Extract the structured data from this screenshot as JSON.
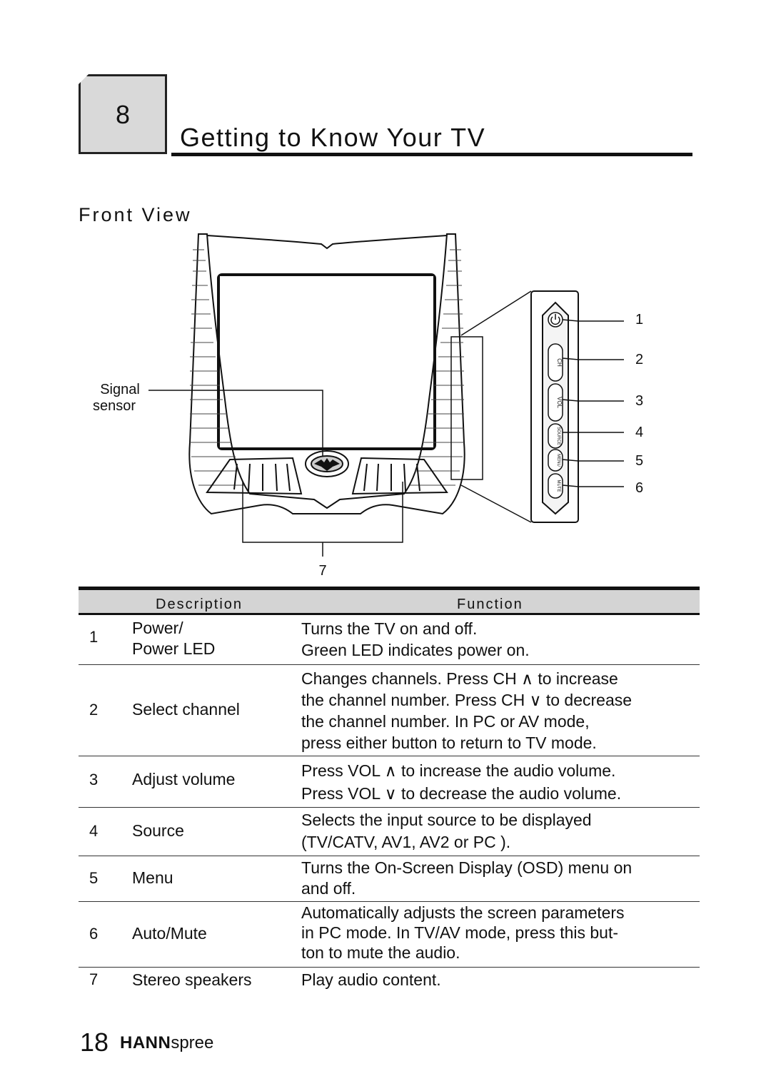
{
  "chapter": {
    "number": "8",
    "title": "Getting to Know Your TV"
  },
  "section": {
    "title": "Front View"
  },
  "diagram": {
    "signal_label_line1": "Signal",
    "signal_label_line2": "sensor",
    "callouts": [
      "1",
      "2",
      "3",
      "4",
      "5",
      "6",
      "7"
    ],
    "button_labels": [
      "CH",
      "VOL",
      "SOURCE",
      "MENU",
      "MUTE"
    ]
  },
  "table": {
    "headers": {
      "description": "Description",
      "function": "Function"
    },
    "rows": [
      {
        "num": "1",
        "desc": [
          "Power/",
          "Power LED"
        ],
        "func": [
          "Turns the TV on and off.",
          "Green LED indicates power on."
        ]
      },
      {
        "num": "2",
        "desc": [
          "Select channel"
        ],
        "func": [
          "Changes channels. Press CH ∧  to increase",
          "the channel number. Press CH ∨  to decrease",
          "the channel number. In PC or AV mode,",
          "press either button to return to TV mode."
        ]
      },
      {
        "num": "3",
        "desc": [
          "Adjust volume"
        ],
        "func": [
          "Press VOL  ∧   to increase the audio volume.",
          "Press VOL  ∨   to decrease the audio volume."
        ]
      },
      {
        "num": "4",
        "desc": [
          "Source"
        ],
        "func": [
          "Selects the input source to be displayed",
          "(TV/CATV,  AV1,  AV2 or PC )."
        ]
      },
      {
        "num": "5",
        "desc": [
          "Menu"
        ],
        "func": [
          "Turns the On-Screen Display (OSD) menu on",
          "and off."
        ]
      },
      {
        "num": "6",
        "desc": [
          "Auto/Mute"
        ],
        "func": [
          "Automatically adjusts the screen parameters",
          "in PC mode. In TV/AV mode, press this but-",
          "ton to mute the audio."
        ]
      },
      {
        "num": "7",
        "desc": [
          "Stereo speakers"
        ],
        "func": [
          "Play audio content."
        ]
      }
    ]
  },
  "footer": {
    "page_number": "18",
    "brand_bold": "HANN",
    "brand_light": "spree"
  }
}
